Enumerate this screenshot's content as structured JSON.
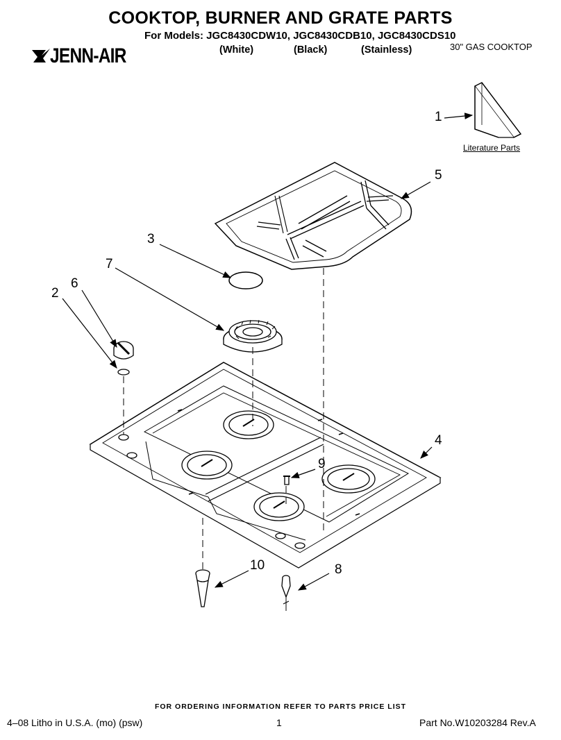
{
  "header": {
    "title": "COOKTOP, BURNER AND GRATE PARTS",
    "models_line": "For Models: JGC8430CDW10, JGC8430CDB10, JGC8430CDS10",
    "variants": [
      "(White)",
      "(Black)",
      "(Stainless)"
    ],
    "cooktop_type": "30\" GAS COOKTOP",
    "brand": "JENN-AIR"
  },
  "callouts": [
    "1",
    "2",
    "3",
    "4",
    "5",
    "6",
    "7",
    "8",
    "9",
    "10"
  ],
  "literature_label": "Literature Parts",
  "footer": {
    "order_note": "FOR ORDERING INFORMATION REFER TO PARTS PRICE LIST",
    "left": "4–08 Litho in U.S.A. (mo) (psw)",
    "page": "1",
    "part_no": "Part No.W10203284 Rev.A"
  }
}
